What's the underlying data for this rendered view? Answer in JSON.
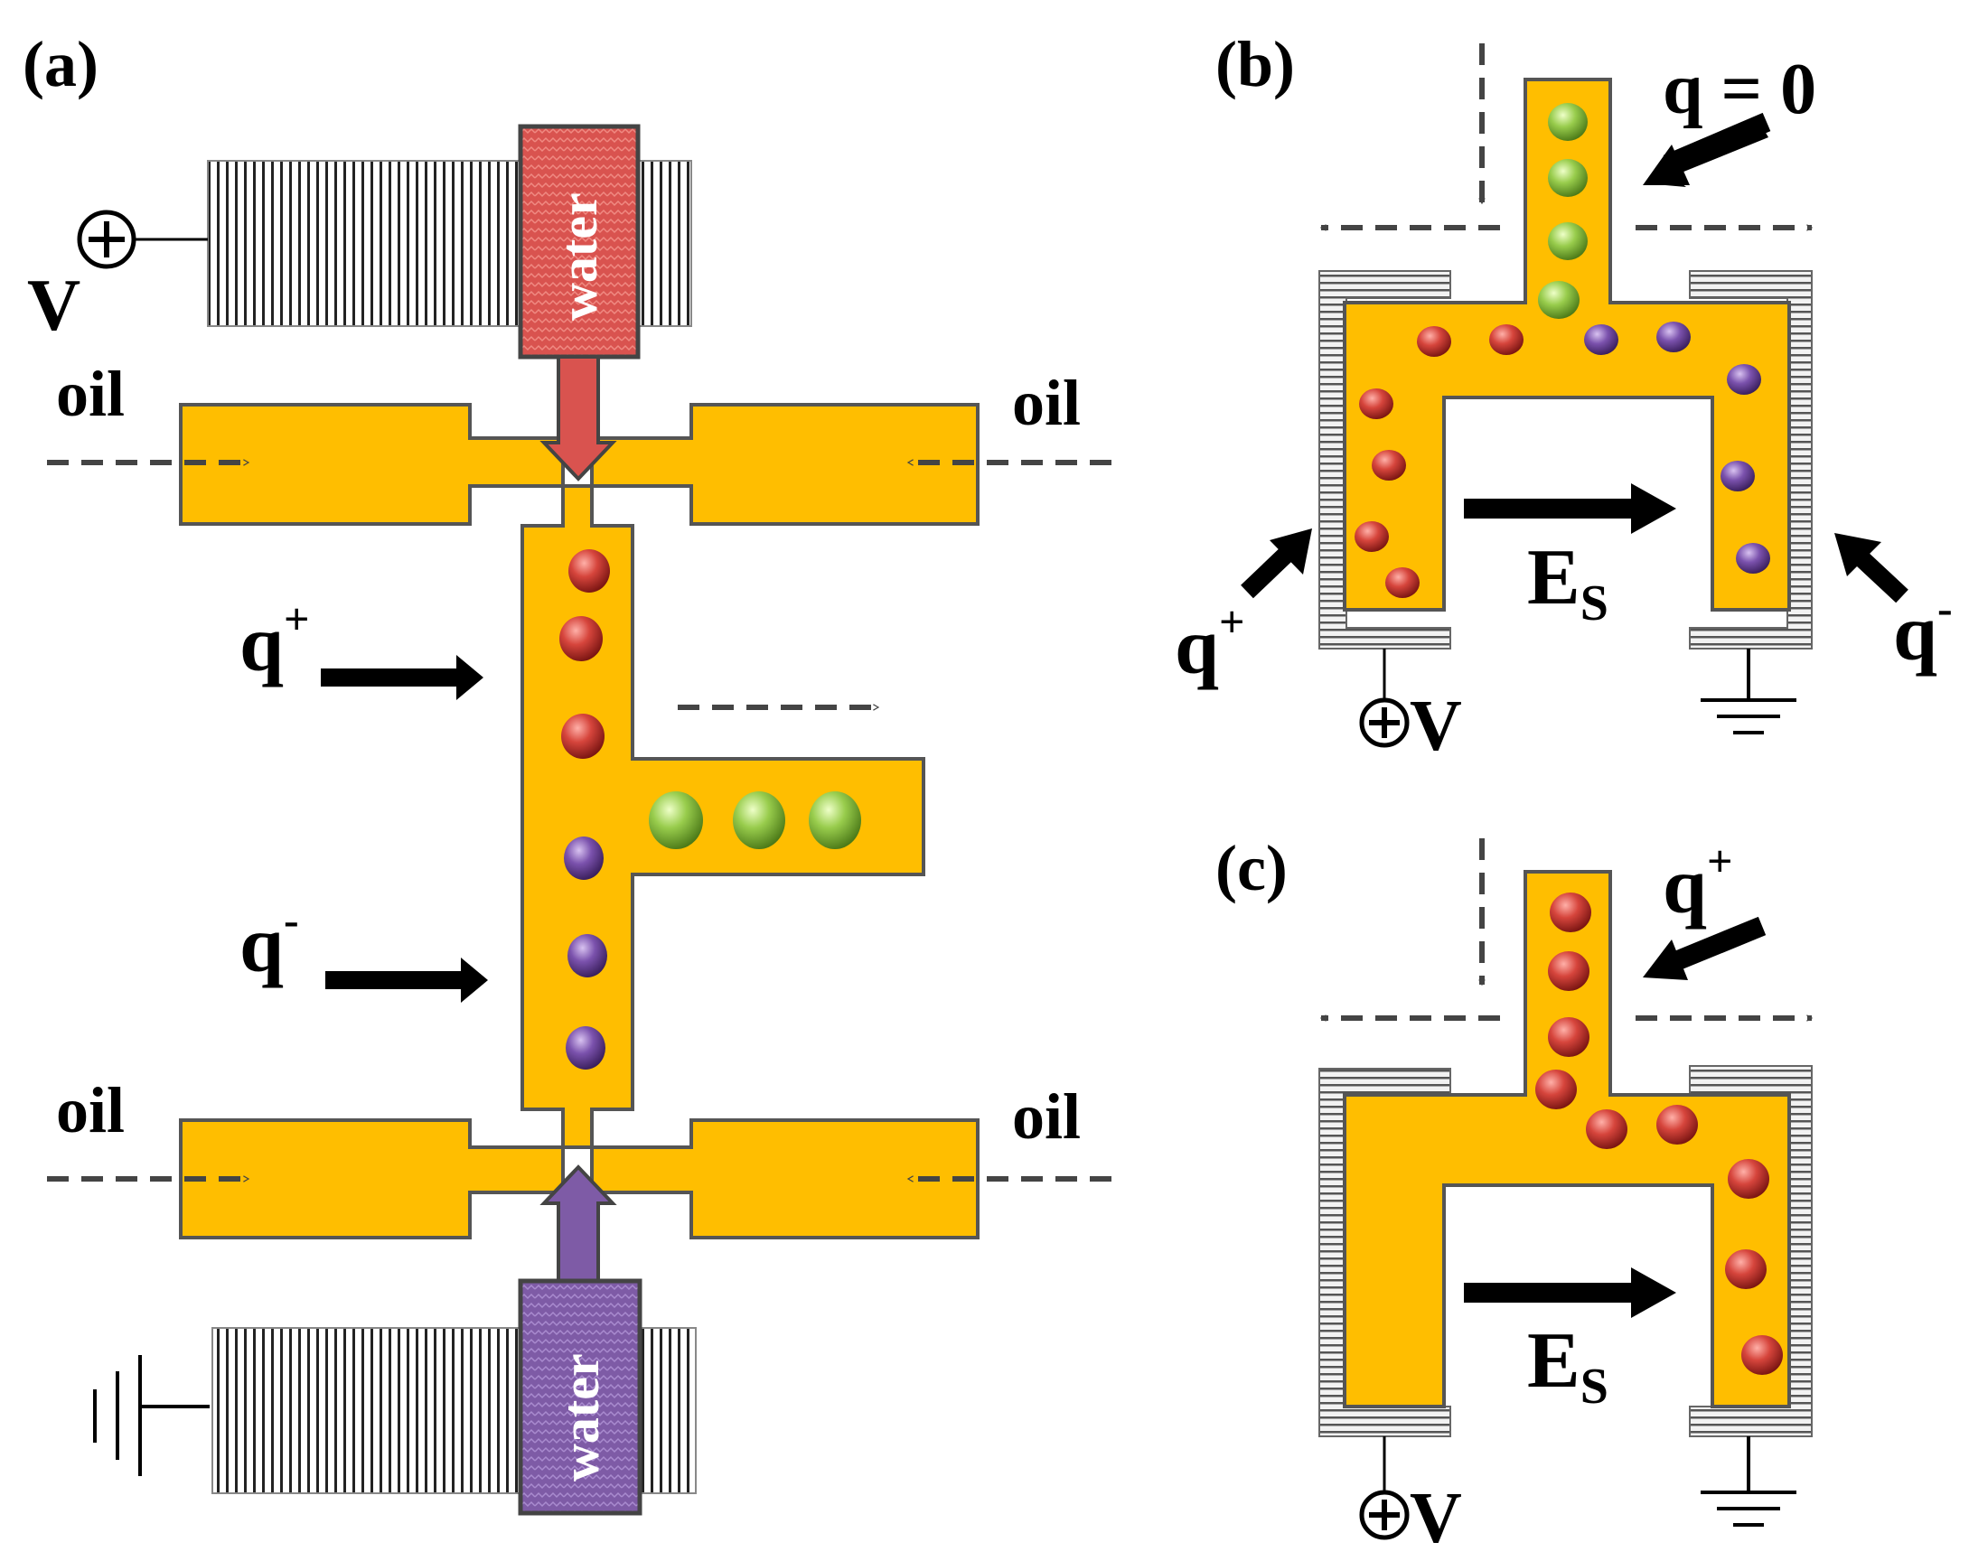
{
  "colors": {
    "channel": "#FFBE00",
    "channel_stroke": "#555555",
    "droplet_positive": "#C83232",
    "droplet_negative": "#7A4FA8",
    "droplet_neutral": "#8CC63F",
    "water_positive_inlet": "#D9534F",
    "water_negative_inlet": "#7E5BA6",
    "dashed_arrow": "#444444",
    "arrow": "#000000"
  },
  "panel_a": {
    "label": "(a)",
    "water_top": "water",
    "water_bottom": "water",
    "voltage_label": "V",
    "oil_top_left": "oil",
    "oil_top_right": "oil",
    "oil_bottom_left": "oil",
    "oil_bottom_right": "oil",
    "charge_pos": {
      "q": "q",
      "sign": "+"
    },
    "charge_neg": {
      "q": "q",
      "sign": "-"
    }
  },
  "panel_b": {
    "label": "(b)",
    "neutral_label": "q = 0",
    "charge_pos": {
      "q": "q",
      "sign": "+"
    },
    "charge_neg": {
      "q": "q",
      "sign": "-"
    },
    "field": {
      "main": "E",
      "sub": "S"
    },
    "voltage_label": "V"
  },
  "panel_c": {
    "label": "(c)",
    "charge_pos": {
      "q": "q",
      "sign": "+"
    },
    "field": {
      "main": "E",
      "sub": "S"
    },
    "voltage_label": "V"
  },
  "icons": [
    "positive-terminal-icon",
    "ground-icon",
    "electrode-icon",
    "droplet-icon",
    "flow-arrow-icon"
  ]
}
